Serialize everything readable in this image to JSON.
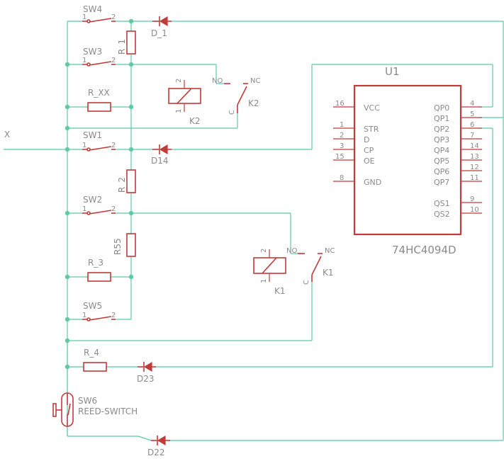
{
  "net_x": "X",
  "components": {
    "sw4": {
      "name": "SW4",
      "pin1": "1",
      "pin2": "2"
    },
    "sw3": {
      "name": "SW3",
      "pin1": "1",
      "pin2": "2"
    },
    "sw1": {
      "name": "SW1",
      "pin1": "1",
      "pin2": "2"
    },
    "sw2": {
      "name": "SW2",
      "pin1": "1",
      "pin2": "2"
    },
    "sw5": {
      "name": "SW5",
      "pin1": "1",
      "pin2": "2"
    },
    "sw6": {
      "name": "SW6",
      "value": "REED-SWITCH"
    },
    "r1": "R_1",
    "rxx": "R_XX",
    "r2": "R_2",
    "r55": "R55",
    "r3": "R_3",
    "r4": "R_4",
    "d1": "D_1",
    "d14": "D14",
    "d23": "D23",
    "d22": "D22",
    "k2": {
      "name": "K2",
      "pin2": "2",
      "pin1": "1",
      "no": "NO",
      "nc": "NC",
      "c": "C"
    },
    "k1": {
      "name": "K1",
      "pin2": "2",
      "pin1": "1",
      "no": "NO",
      "nc": "NC",
      "c": "C"
    }
  },
  "u1": {
    "name": "U1",
    "value": "74HC4094D",
    "left_pins": [
      {
        "num": "16",
        "label": "VCC"
      },
      {
        "num": "1",
        "label": "STR"
      },
      {
        "num": "2",
        "label": "D"
      },
      {
        "num": "3",
        "label": "CP"
      },
      {
        "num": "15",
        "label": "OE"
      },
      {
        "num": "8",
        "label": "GND"
      }
    ],
    "right_pins": [
      {
        "num": "4",
        "label": "QP0"
      },
      {
        "num": "5",
        "label": "QP1"
      },
      {
        "num": "6",
        "label": "QP2"
      },
      {
        "num": "7",
        "label": "QP3"
      },
      {
        "num": "14",
        "label": "QP4"
      },
      {
        "num": "13",
        "label": "QP5"
      },
      {
        "num": "12",
        "label": "QP6"
      },
      {
        "num": "11",
        "label": "QP7"
      },
      {
        "num": "9",
        "label": "QS1"
      },
      {
        "num": "10",
        "label": "QS2"
      }
    ]
  }
}
